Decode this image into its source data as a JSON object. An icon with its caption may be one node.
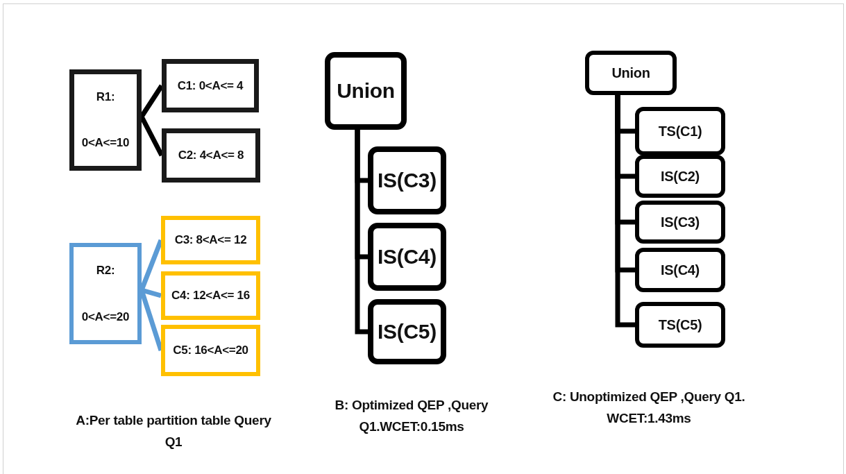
{
  "diagram": {
    "nodes": [
      {
        "text": [
          "R1:",
          "0<A<=10"
        ]
      },
      {
        "text": [
          "C1: 0<A<= 4"
        ]
      },
      {
        "text": [
          "C2: 4<A<= 8"
        ]
      },
      {
        "text": [
          "R2:",
          "0<A<=20"
        ]
      },
      {
        "text": [
          "C3: 8<A<= 12"
        ]
      },
      {
        "text": [
          "C4: 12<A<= 16"
        ]
      },
      {
        "text": [
          "C5: 16<A<=20"
        ]
      },
      {
        "text": [
          "Union"
        ]
      },
      {
        "text": [
          "IS(C3)"
        ]
      },
      {
        "text": [
          "IS(C4)"
        ]
      },
      {
        "text": [
          "IS(C5)"
        ]
      },
      {
        "text": [
          "Union"
        ]
      },
      {
        "text": [
          "TS(C1)"
        ]
      },
      {
        "text": [
          "IS(C2)"
        ]
      },
      {
        "text": [
          "IS(C3)"
        ]
      },
      {
        "text": [
          "IS(C4)"
        ]
      },
      {
        "text": [
          "TS(C5)"
        ]
      }
    ],
    "edges": [
      {
        "from": 0,
        "to": 1,
        "arrow": "none"
      },
      {
        "from": 0,
        "to": 2,
        "arrow": "none"
      },
      {
        "from": 3,
        "to": 4,
        "arrow": "none",
        "color": "#5b9bd5"
      },
      {
        "from": 3,
        "to": 5,
        "arrow": "none",
        "color": "#5b9bd5"
      },
      {
        "from": 3,
        "to": 6,
        "arrow": "none",
        "color": "#5b9bd5"
      },
      {
        "from": 7,
        "to": 8,
        "arrow": "none"
      },
      {
        "from": 7,
        "to": 9,
        "arrow": "none"
      },
      {
        "from": 7,
        "to": 10,
        "arrow": "none"
      },
      {
        "from": 11,
        "to": 12,
        "arrow": "none"
      },
      {
        "from": 11,
        "to": 13,
        "arrow": "none"
      },
      {
        "from": 11,
        "to": 14,
        "arrow": "none"
      },
      {
        "from": 11,
        "to": 15,
        "arrow": "none"
      },
      {
        "from": 11,
        "to": 16,
        "arrow": "none"
      }
    ],
    "labels": [
      "A:Per table partition table Query Q1",
      "B: Optimized QEP ,Query Q1.WCET:0.15ms",
      "C: Unoptimized QEP ,Query Q1. WCET:1.43ms"
    ]
  }
}
